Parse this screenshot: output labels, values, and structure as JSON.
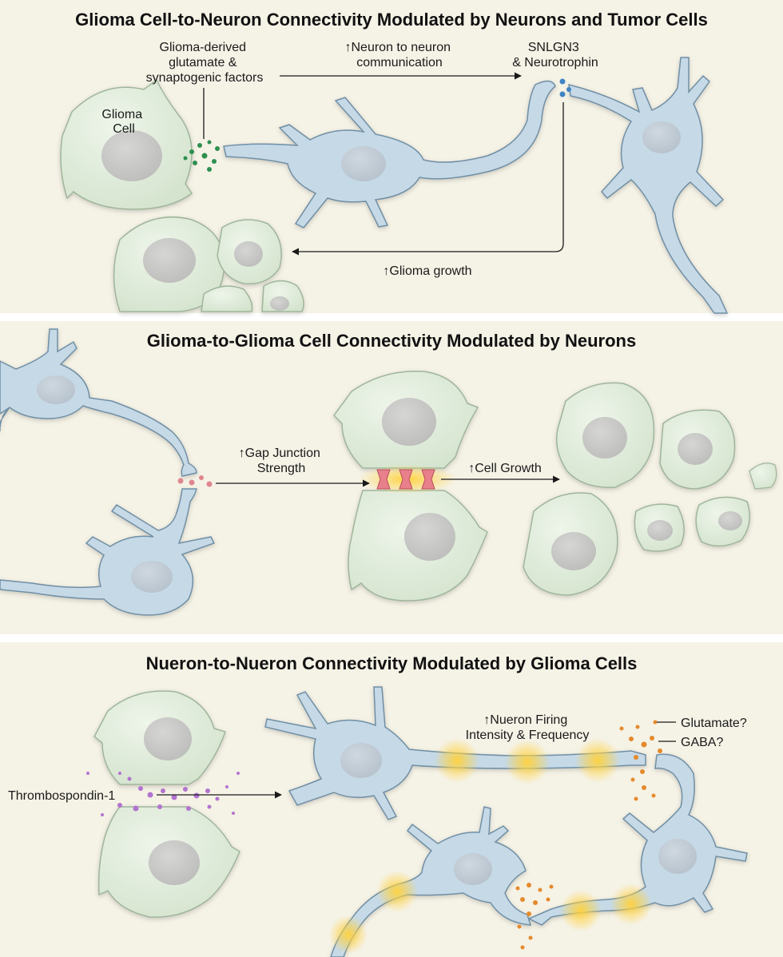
{
  "panels": [
    {
      "title": "Glioma Cell-to-Neuron Connectivity Modulated by Neurons and Tumor Cells",
      "labels": {
        "glioma_cell": [
          "Glioma",
          "Cell"
        ],
        "glioma_factors": [
          "Glioma-derived",
          "glutamate &",
          "synaptogenic factors"
        ],
        "neuron_comm": [
          "↑Neuron to neuron",
          "communication"
        ],
        "snlgn3": [
          "SNLGN3",
          "& Neurotrophin"
        ],
        "glioma_growth": "↑Glioma growth"
      }
    },
    {
      "title": "Glioma-to-Glioma Cell Connectivity Modulated by Neurons",
      "labels": {
        "gap_junction": [
          "↑Gap Junction",
          "Strength"
        ],
        "cell_growth": "↑Cell Growth"
      }
    },
    {
      "title": "Nueron-to-Nueron Connectivity Modulated by Glioma Cells",
      "labels": {
        "thrombospondin": "Thrombospondin-1",
        "firing": [
          "↑Nueron Firing",
          "Intensity & Frequency"
        ],
        "glutamate": "Glutamate?",
        "gaba": "GABA?"
      }
    }
  ],
  "colors": {
    "panel_bg": "#f5f2e6",
    "glioma_fill": "#dde9d8",
    "glioma_stroke": "#9fb59a",
    "nucleus": "#c9c9c7",
    "neuron_fill": "#c6d9e6",
    "neuron_stroke": "#6f8fa5",
    "glutamate_dots": "#2e8f4f",
    "snlgn3_dots": "#3f84c4",
    "pink_dots": "#e0868f",
    "purple_dots": "#b274cf",
    "orange_dots": "#e58a2c",
    "glow": "#ffd23c",
    "gap_junction": "#e8808c"
  }
}
